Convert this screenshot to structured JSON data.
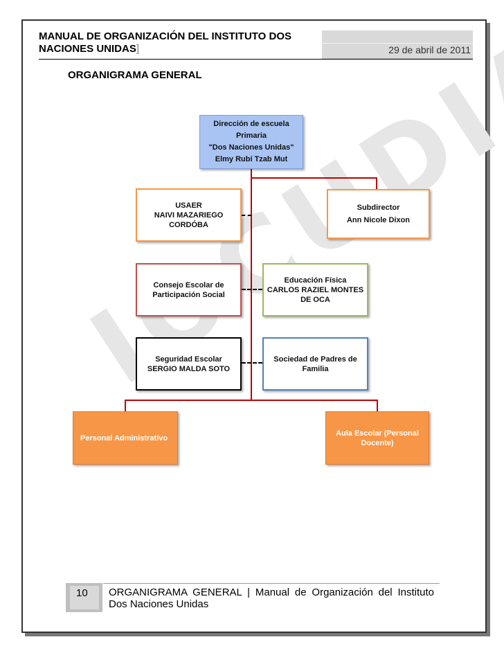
{
  "header": {
    "title": "MANUAL DE ORGANIZACIÓN DEL INSTITUTO DOS NACIONES UNIDAS",
    "bracket": "]",
    "date": "29 de abril de 2011"
  },
  "section_title": "ORGANIGRAMA GENERAL",
  "watermark": "IOCUDIAP",
  "org": {
    "top": [
      "Dirección de escuela",
      "Primaria",
      "\"Dos Naciones Unidas\"",
      "Elmy Rubí Tzab Mut"
    ],
    "usaer": [
      "USAER",
      "NAIVI MAZARIEGO",
      "CORDÓBA"
    ],
    "subdirector": [
      "Subdirector",
      "Ann Nicole Dixon"
    ],
    "consejo": [
      "Consejo Escolar de",
      "Participación Social"
    ],
    "educacion": [
      "Educación Física",
      "CARLOS RAZIEL MONTES",
      "DE OCA"
    ],
    "seguridad": [
      "Seguridad Escolar",
      "SERGIO MALDA SOTO"
    ],
    "padres": [
      "Sociedad de Padres de",
      "Familia"
    ],
    "administrativo": [
      "Personal Administrativo"
    ],
    "aula": [
      "Aula Escolar (Personal",
      "Docente)"
    ]
  },
  "colors": {
    "connector": "#c00000",
    "top_fill": "#a9c4f2",
    "orange_border": "#f79646",
    "red_border": "#c0504d",
    "green_border": "#9bbb59",
    "blue_border": "#4f81bd",
    "orange_fill": "#f79646"
  },
  "footer": {
    "page_number": "10",
    "text": "ORGANIGRAMA GENERAL | Manual de Organización del Instituto Dos Naciones Unidas"
  }
}
